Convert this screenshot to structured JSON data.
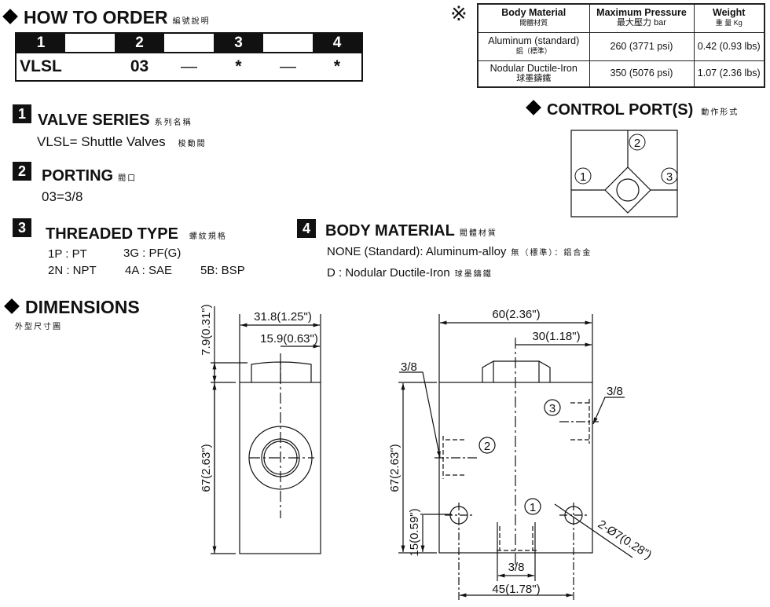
{
  "how_to_order": {
    "title": "HOW TO  ORDER",
    "title_cjk": "編號說明",
    "code_positions": [
      "1",
      "2",
      "3",
      "4"
    ],
    "code_values": [
      "VLSL",
      "03",
      "—",
      "*",
      "—",
      "*"
    ]
  },
  "spec_table": {
    "note_symbol": "※",
    "headers": [
      {
        "label": "Body Material",
        "cjk": "閥體材質"
      },
      {
        "label": "Maximum Pressure",
        "cjk": "最大壓力  bar"
      },
      {
        "label": "Weight",
        "cjk": "重 量  Kg"
      }
    ],
    "rows": [
      {
        "material": "Aluminum (standard)",
        "material_cjk": "鋁（標準）",
        "pressure": "260 (3771 psi)",
        "weight": "0.42 (0.93 lbs)"
      },
      {
        "material": "Nodular Ductile-Iron",
        "material_cjk": "球墨鑄鐵",
        "pressure": "350 (5076 psi)",
        "weight": "1.07 (2.36 lbs)"
      }
    ]
  },
  "sections": {
    "valve_series": {
      "num": "1",
      "title": "VALVE SERIES",
      "cjk": "系列名稱",
      "text": "VLSL= Shuttle Valves",
      "text_cjk": "梭動閥"
    },
    "porting": {
      "num": "2",
      "title": "PORTING",
      "cjk": "閥口",
      "text": "03=3/8"
    },
    "threaded_type": {
      "num": "3",
      "title": "THREADED TYPE",
      "cjk": "螺紋規格",
      "options": [
        "1P : PT",
        "3G : PF(G)",
        "2N : NPT",
        "4A : SAE",
        "5B: BSP"
      ]
    },
    "body_material": {
      "num": "4",
      "title": "BODY MATERIAL",
      "cjk": "閥體材質",
      "options": [
        {
          "text": "NONE (Standard): Aluminum-alloy",
          "cjk": "無（標準）：鋁合金"
        },
        {
          "text": "D : Nodular Ductile-Iron",
          "cjk": "球墨鑄鐵"
        }
      ]
    }
  },
  "control_ports": {
    "title": "CONTROL PORT(S)",
    "cjk": "動作形式",
    "ports": [
      "①",
      "②",
      "③"
    ]
  },
  "dimensions": {
    "title": "DIMENSIONS",
    "cjk": "外型尺寸圖",
    "side_view": {
      "width": "31.8(1.25\")",
      "half_width": "15.9(0.63\")",
      "nut_height": "7.9(0.31\")",
      "height": "67(2.63\")"
    },
    "front_view": {
      "width": "60(2.36\")",
      "half_width": "30(1.18\")",
      "height": "67(2.63\")",
      "hole_height": "15(0.59\")",
      "hole_spacing": "45(1.78\")",
      "holes": "2-Ø7(0.28\")",
      "port_size_left": "3/8",
      "port_size_right": "3/8",
      "port_size_bottom": "3/8",
      "ports": [
        "①",
        "②",
        "③"
      ]
    }
  }
}
